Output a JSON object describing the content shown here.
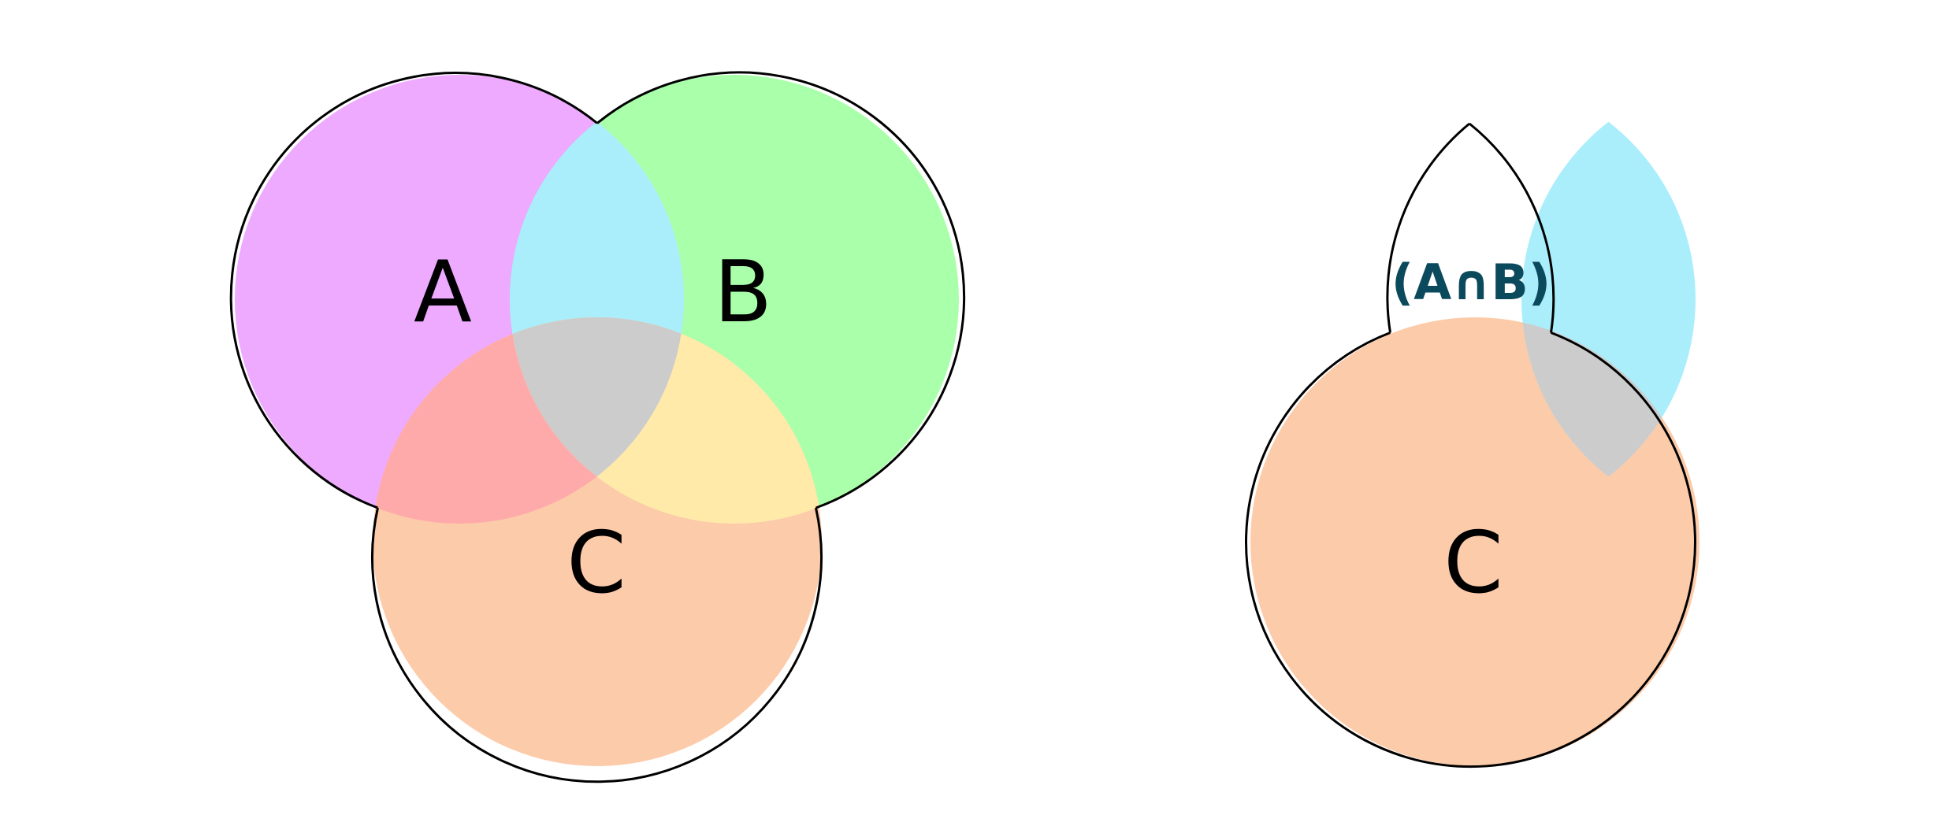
{
  "left_diagram": {
    "sets": [
      {
        "id": "A",
        "label": "A",
        "color": "#edaaff"
      },
      {
        "id": "B",
        "label": "B",
        "color": "#aaffaa"
      },
      {
        "id": "C",
        "label": "C",
        "color": "#fccbaa"
      }
    ],
    "regions": {
      "A_and_B_only": "#aaeefc",
      "A_and_C_only": "#ffaaaa",
      "B_and_C_only": "#ffeaaa",
      "A_and_B_and_C": "#cccccc"
    }
  },
  "right_diagram": {
    "intersection_label": "(A∩B)",
    "intersection_color": "#aaeefc",
    "intersection_label_color": "#0b4a5c",
    "set_c_label": "C",
    "set_c_color": "#fccbaa",
    "overlap_color": "#cccccc"
  },
  "outline_color": "#000000"
}
